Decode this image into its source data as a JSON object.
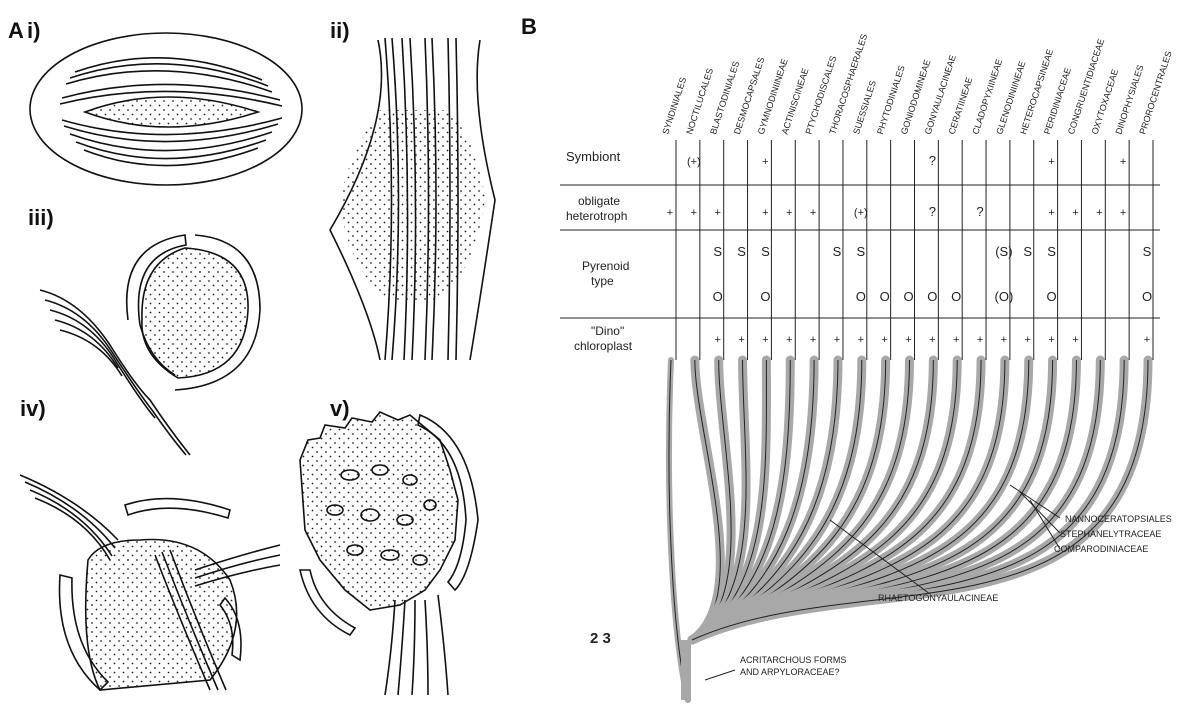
{
  "panels": {
    "a": "A",
    "b": "B"
  },
  "sublabels": {
    "i": "i)",
    "ii": "ii)",
    "iii": "iii)",
    "iv": "iv)",
    "v": "v)"
  },
  "taxa": [
    "SYNDINIALES",
    "NOCTILUCALES",
    "BLASTODINIALES",
    "DESMOCAPSALES",
    "GYMNODINIINEAE",
    "ACTINISCINEAE",
    "PTYCHODISCALES",
    "THORACOSPHAERALES",
    "SUESSIALES",
    "PHYTODINIALES",
    "GONIODOMINEAE",
    "GONYAULACINEAE",
    "CERATIINEAE",
    "CLADOPYXIINEAE",
    "GLENODINIINEAE",
    "HETEROCAPSINEAE",
    "PERIDINIACEAE",
    "CONGRUENTIDIACEAE",
    "OXYTOXACEAE",
    "DINOPHYSIALES",
    "PROROCENTRALES"
  ],
  "row_labels": {
    "symbiont": "Symbiont",
    "heterotroph_1": "obligate",
    "heterotroph_2": "heterotroph",
    "pyrenoid_1": "Pyrenoid",
    "pyrenoid_2": "type",
    "dino_1": "\"Dino\"",
    "dino_2": "chloroplast"
  },
  "table_marks": {
    "symbiont": [
      [
        "(+)",
        1
      ],
      [
        "+",
        4
      ],
      [
        "?",
        11
      ],
      [
        "+",
        16
      ],
      [
        "+",
        19
      ]
    ],
    "heterotroph": [
      [
        "+",
        0
      ],
      [
        "+",
        1
      ],
      [
        "+",
        2
      ],
      [
        "+",
        4
      ],
      [
        "+",
        5
      ],
      [
        "+",
        6
      ],
      [
        "(+)",
        8
      ],
      [
        "?",
        11
      ],
      [
        "?",
        13
      ],
      [
        "+",
        16
      ],
      [
        "+",
        17
      ],
      [
        "+",
        18
      ],
      [
        "+",
        19
      ]
    ],
    "pyrenoid_s": [
      [
        "S",
        2
      ],
      [
        "S",
        3
      ],
      [
        "S",
        4
      ],
      [
        "S",
        7
      ],
      [
        "S",
        8
      ],
      [
        "(S)",
        14
      ],
      [
        "S",
        15
      ],
      [
        "S",
        16
      ],
      [
        "S",
        20
      ]
    ],
    "pyrenoid_o": [
      [
        "O",
        2
      ],
      [
        "O",
        4
      ],
      [
        "O",
        8
      ],
      [
        "O",
        9
      ],
      [
        "O",
        10
      ],
      [
        "O",
        11
      ],
      [
        "O",
        12
      ],
      [
        "(O)",
        14
      ],
      [
        "O",
        16
      ],
      [
        "O",
        20
      ]
    ],
    "dino": [
      [
        "+",
        2
      ],
      [
        "+",
        3
      ],
      [
        "+",
        4
      ],
      [
        "+",
        5
      ],
      [
        "+",
        6
      ],
      [
        "+",
        7
      ],
      [
        "+",
        8
      ],
      [
        "+",
        9
      ],
      [
        "+",
        10
      ],
      [
        "+",
        11
      ],
      [
        "+",
        12
      ],
      [
        "+",
        13
      ],
      [
        "+",
        14
      ],
      [
        "+",
        15
      ],
      [
        "+",
        16
      ],
      [
        "+",
        17
      ],
      [
        "+",
        20
      ]
    ]
  },
  "tree_annotations": {
    "nanno": "NANNOCERATOPSIALES",
    "stephan": "STEPHANELYTRACEAE",
    "comparo": "COMPARODINIACEAE",
    "rhaeto": "RHAETOGONYAULACINEAE",
    "acri_1": "ACRITARCHOUS FORMS",
    "acri_2": "AND ARPYLORACEAE?",
    "figure_number": "2 3"
  }
}
